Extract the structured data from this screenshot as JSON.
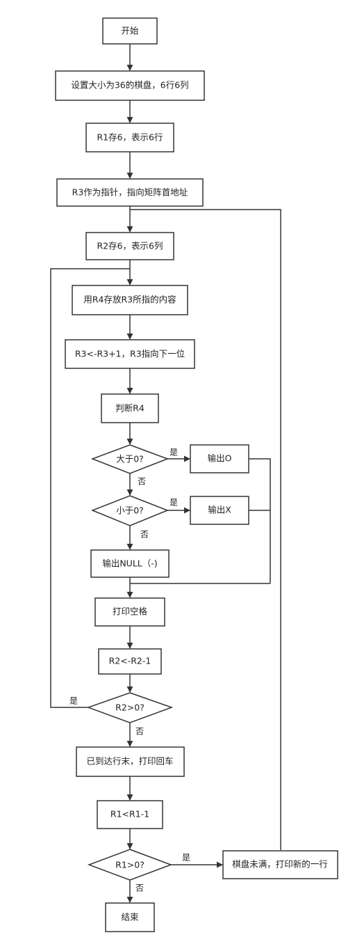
{
  "nodes": {
    "start": "开始",
    "board_setup": "设置大小为36的棋盘，6行6列",
    "r1_rows": "R1存6，表示6行",
    "r3_pointer": "R3作为指针，指向矩阵首地址",
    "r2_cols": "R2存6，表示6列",
    "r4_load": "用R4存放R3所指的内容",
    "r3_next": "R3<-R3+1，R3指向下一位",
    "check_r4": "判断R4",
    "gt_zero": "大于0?",
    "print_o": "输出O",
    "lt_zero": "小于0?",
    "print_x": "输出X",
    "print_null": "输出NULL（-)",
    "print_space": "打印空格",
    "r2_dec": "R2<-R2-1",
    "r2_check": "R2>0?",
    "row_end": "已到达行末，打印回车",
    "r1_dec": "R1<R1-1",
    "r1_check": "R1>0?",
    "board_not_full": "棋盘未满，打印新的一行",
    "end": "结束"
  },
  "edge_labels": {
    "gt_yes": "是",
    "gt_no": "否",
    "lt_yes": "是",
    "lt_no": "否",
    "r2_yes": "是",
    "r2_no": "否",
    "r1_yes": "是",
    "r1_no": "否"
  },
  "colors": {
    "stroke": "#333333",
    "fill": "#ffffff",
    "text": "#222222"
  }
}
